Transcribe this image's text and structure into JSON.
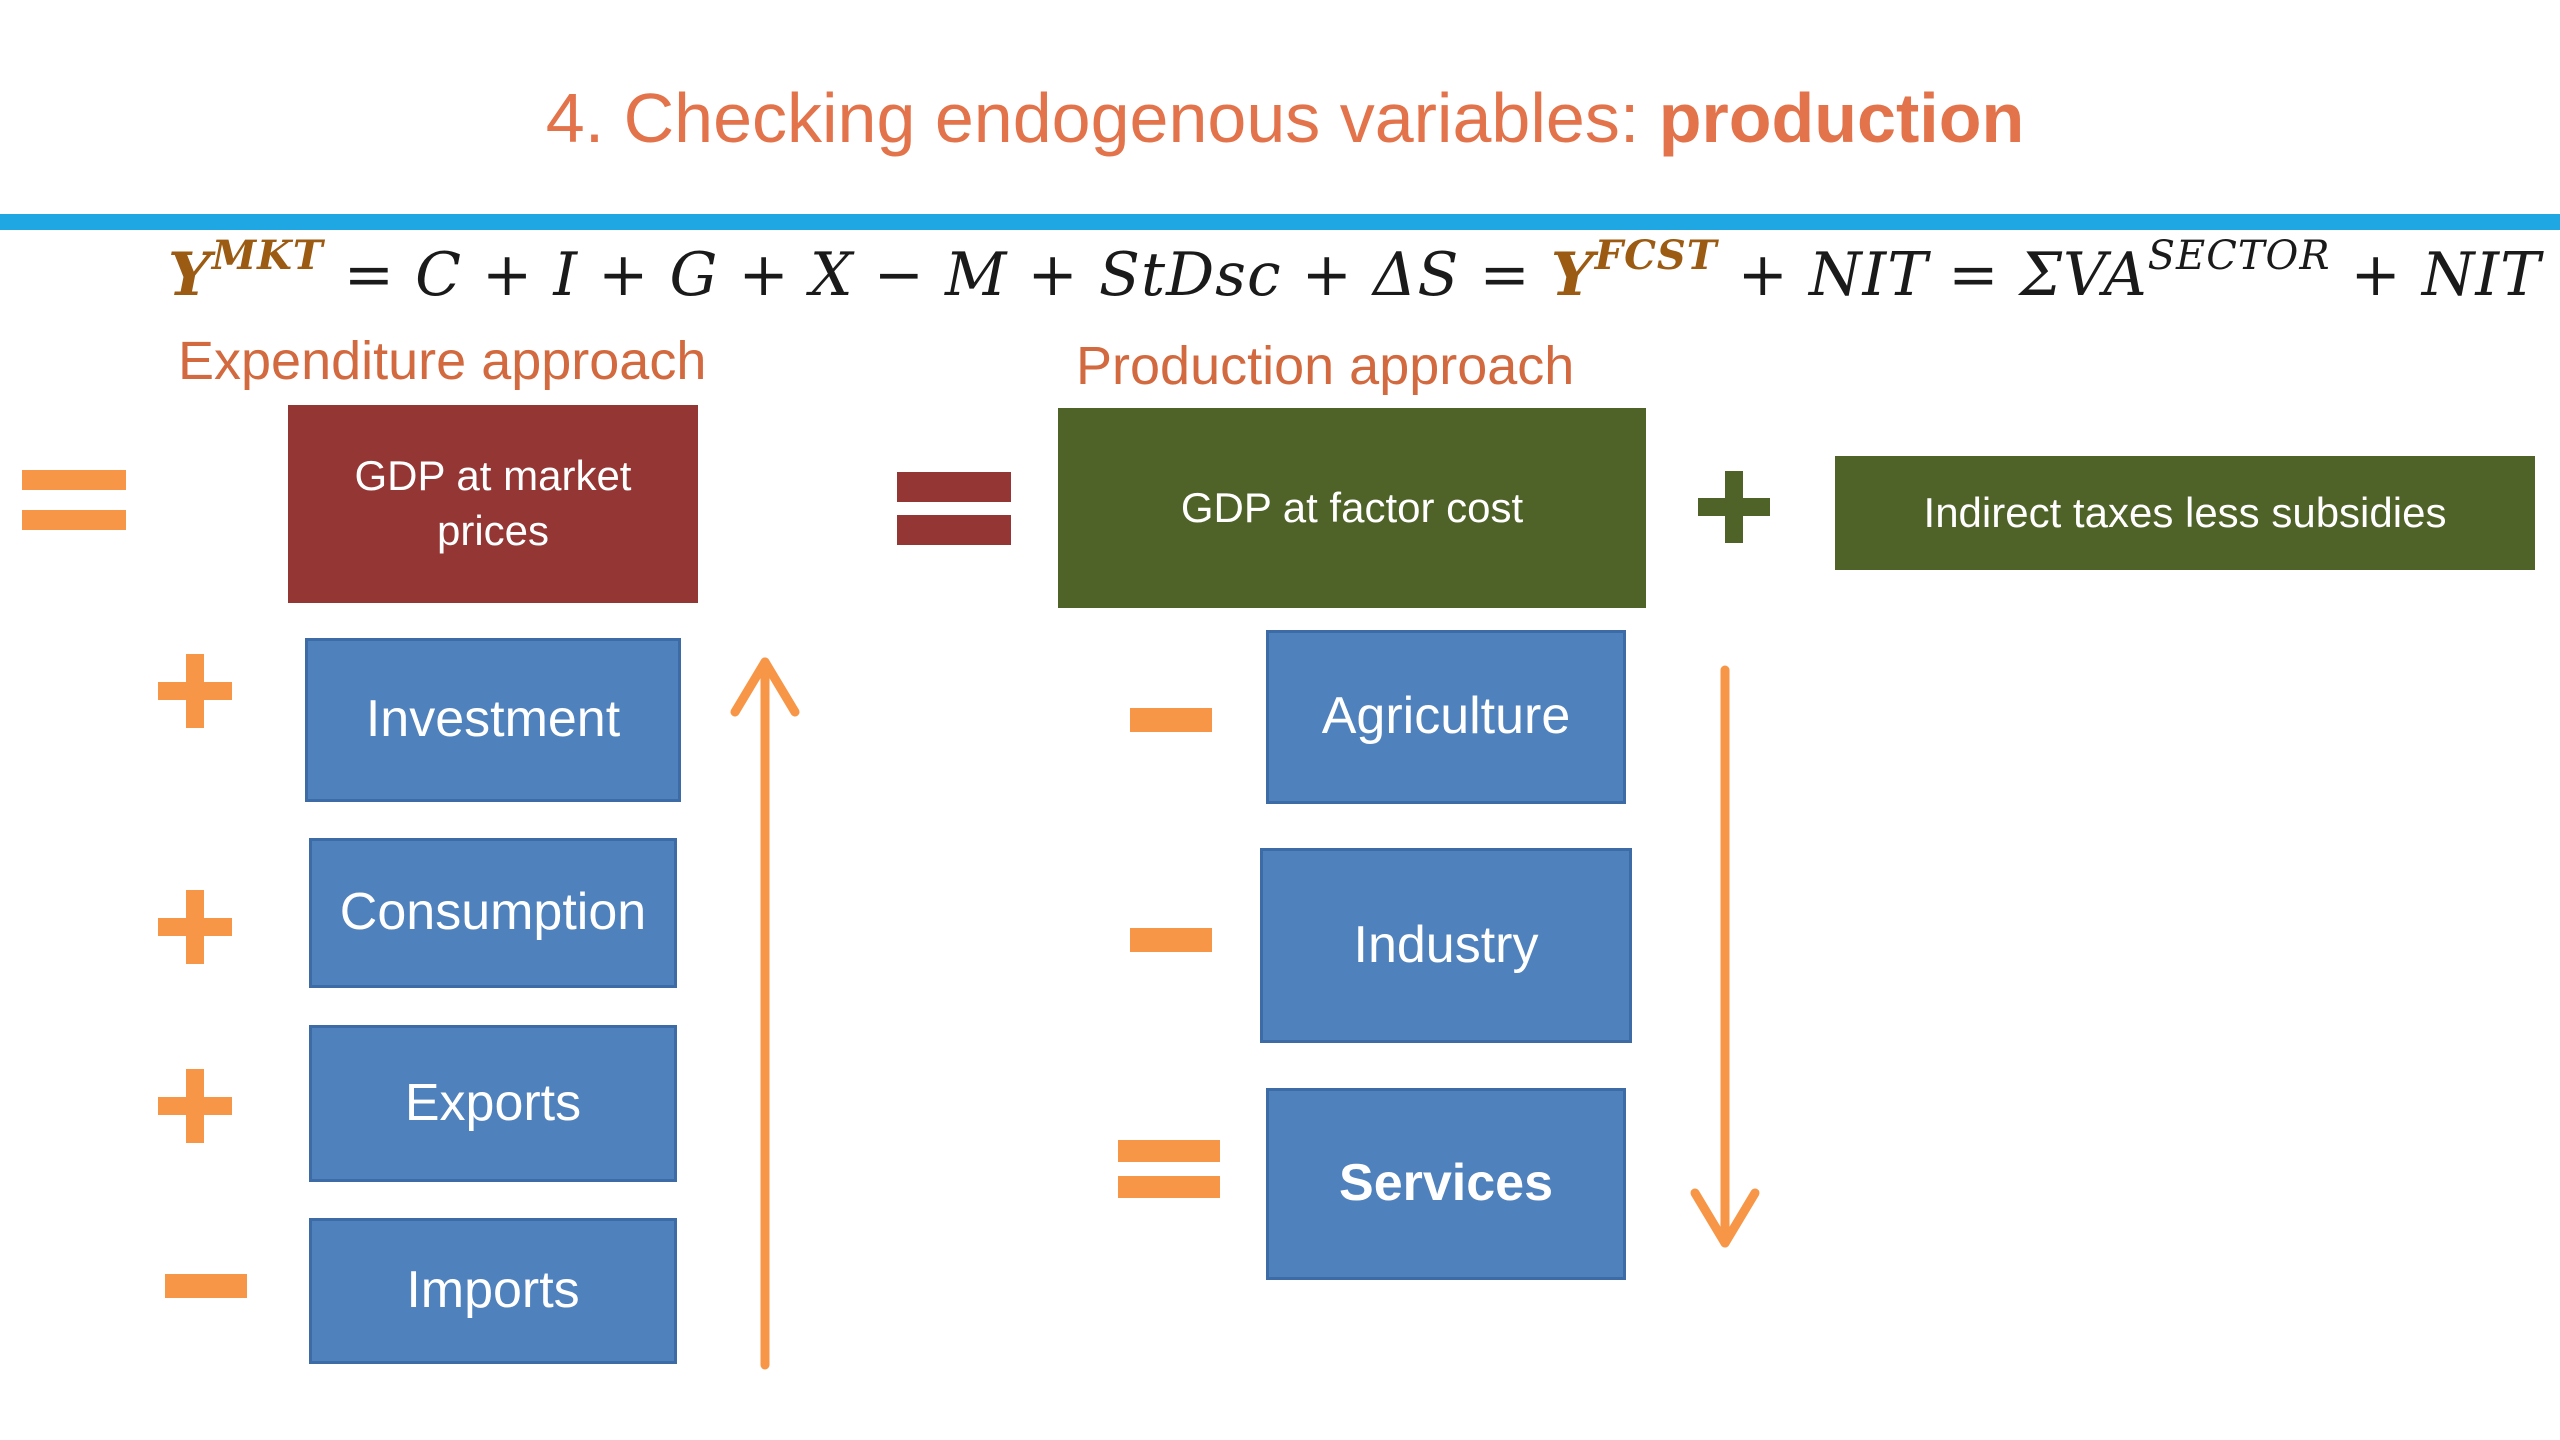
{
  "title": {
    "prefix": "4. Checking endogenous variables: ",
    "emphasis": "production"
  },
  "equation": {
    "y_mkt_base": "Y",
    "y_mkt_sup": "MKT",
    "expenditure_terms": " = C + I + G + X − M + StDsc + ΔS = ",
    "y_fcst_base": "Y",
    "y_fcst_sup": "FCST",
    "middle_terms": " + NIT = ΣVA",
    "sector_sup": "SECTOR",
    "tail_terms": " + NIT"
  },
  "expenditure": {
    "label": "Expenditure approach",
    "total_box": "GDP at market prices",
    "items": [
      "Investment",
      "Consumption",
      "Exports",
      "Imports"
    ],
    "operators": [
      "plus",
      "plus",
      "plus",
      "minus"
    ]
  },
  "production": {
    "label": "Production approach",
    "factor_cost_box": "GDP at factor cost",
    "taxes_box": "Indirect taxes less subsidies",
    "items": [
      "Agriculture",
      "Industry",
      "Services"
    ],
    "operators": [
      "minus",
      "minus",
      "equals"
    ]
  },
  "colors": {
    "title": "#e2734a",
    "rule": "#1ea7e2",
    "operator_orange": "#f79646",
    "box_blue": "#4f81bd",
    "box_red": "#943634",
    "box_green": "#4f6228",
    "equation_highlight": "#9b5b12"
  },
  "icons": {
    "expenditure_arrow": "arrow-up-icon",
    "production_arrow": "arrow-down-icon"
  }
}
